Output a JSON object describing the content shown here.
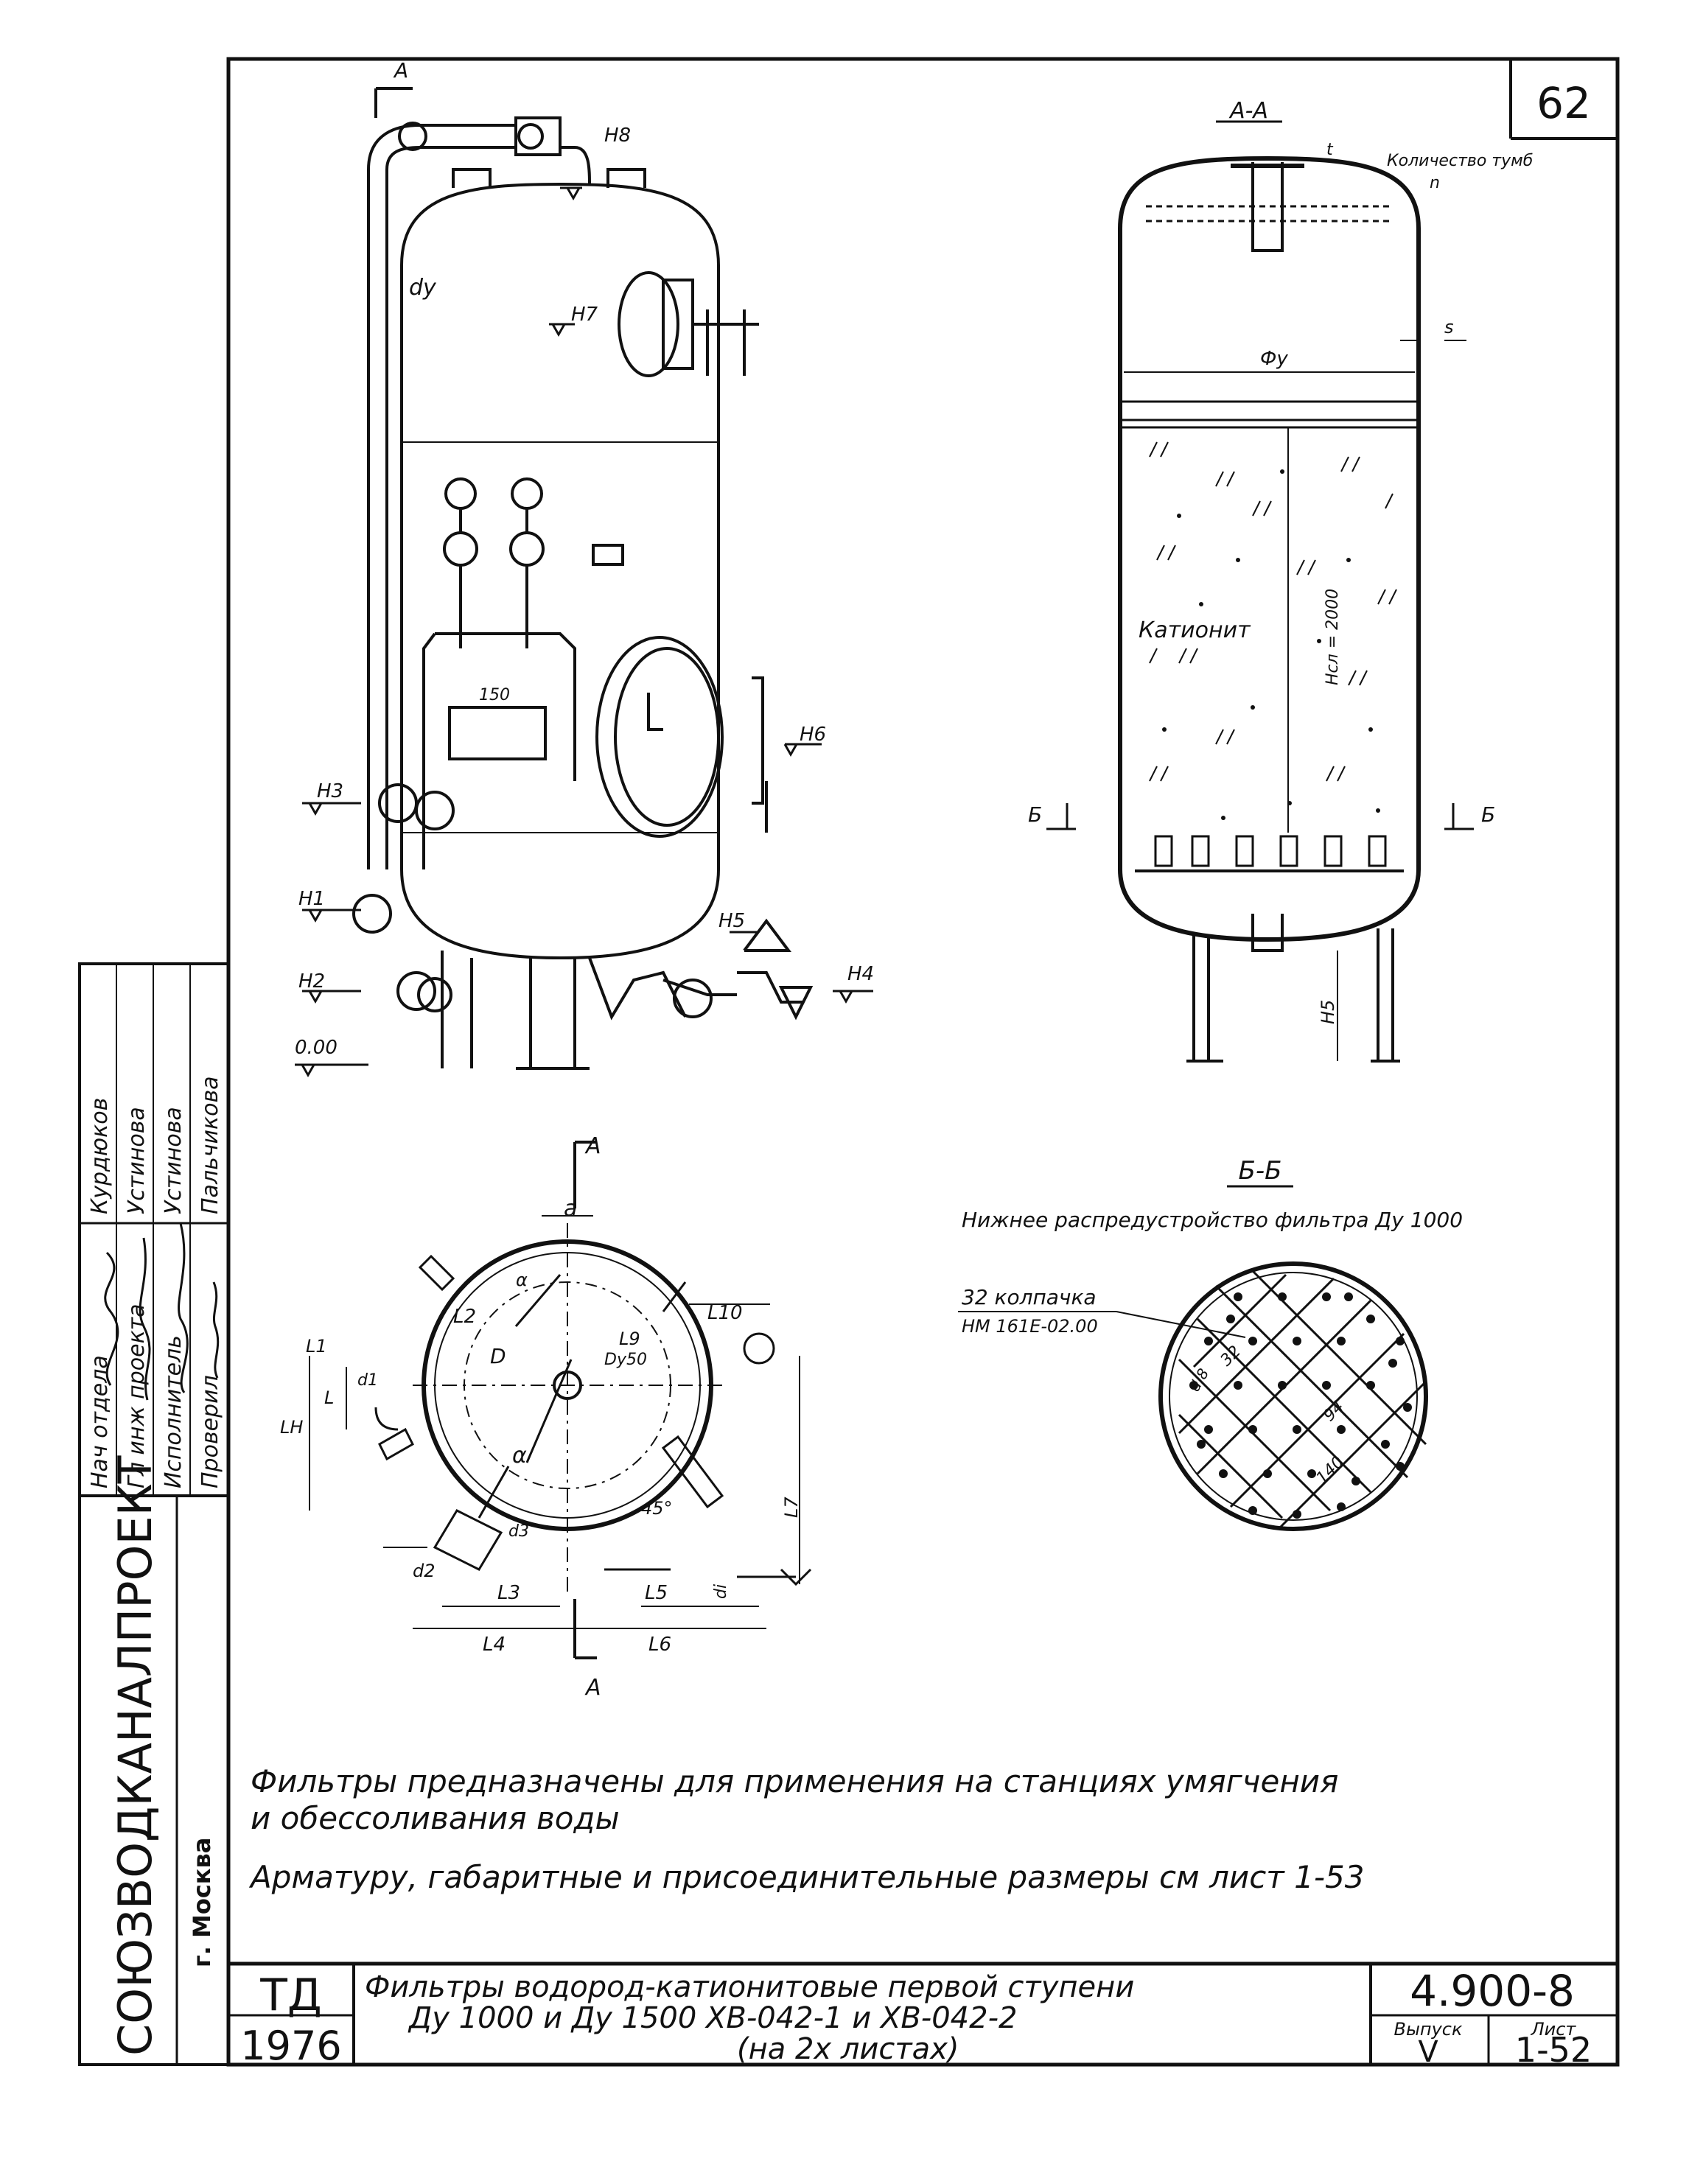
{
  "sheet_number": "62",
  "section_labels": {
    "aa": "А-А",
    "bb": "Б-Б",
    "a": "А",
    "b": "Б"
  },
  "bb_caption": "Нижнее распредустройство фильтра Ду 1000",
  "caps_label": {
    "count": "32 колпачка",
    "code": "НМ 161Е-02.00"
  },
  "plate_label": {
    "line1": "Количество тумб",
    "line2": "n"
  },
  "material_label": "Катионит",
  "dims": {
    "du": "dу",
    "h7": "H7",
    "h8": "H8",
    "h6": "H6",
    "h3": "H3",
    "h1": "H1",
    "h2": "H2",
    "h5": "H5",
    "h4": "H4",
    "zero": "0.00",
    "d150": "150",
    "phi_du": "Фу",
    "s": "s",
    "hsl": "Нсл = 2000",
    "h5v": "H5",
    "t": "t"
  },
  "plan_dims": {
    "a": "a",
    "L2": "L2",
    "L10": "L10",
    "L9": "L9",
    "D": "D",
    "dy50": "Dy50",
    "L1": "L1",
    "L": "L",
    "LH": "LH",
    "d1": "d1",
    "alpha": "α",
    "alpha2": "α",
    "d3": "d3",
    "deg45": "45°",
    "L7": "L7",
    "d2": "d2",
    "L3": "L3",
    "L5": "L5",
    "L4": "L4",
    "L6": "L6",
    "di": "di"
  },
  "bb_dims": {
    "d8": "d 8",
    "d32": "32",
    "d94": "94",
    "d140": "140"
  },
  "notes": [
    "Фильтры предназначены для применения на станциях умягчения",
    "и обессоливания воды",
    "Арматуру, габаритные и присоединительные размеры см лист 1-53"
  ],
  "stamp": {
    "roles": [
      "Нач отдела",
      "Гл инж проекта",
      "Исполнитель",
      "Проверил"
    ],
    "names": [
      "Курдюков",
      "Устинова",
      "Устинова",
      "Пальчикова"
    ],
    "org": "СОЮЗВОДКАНАЛПРОЕКТ",
    "city": "г. Москва"
  },
  "title_block": {
    "td": "ТД",
    "year": "1976",
    "title_line1": "Фильтры водород-катионитовые первой ступени",
    "title_line2": "Ду 1000  и  Ду 1500     ХВ-042-1 и  ХВ-042-2",
    "title_line3": "(на  2х  листах)",
    "code": "4.900-8",
    "issue_label": "Выпуск",
    "issue_value": "V",
    "sheet_label": "Лист",
    "sheet_value": "1-52"
  }
}
